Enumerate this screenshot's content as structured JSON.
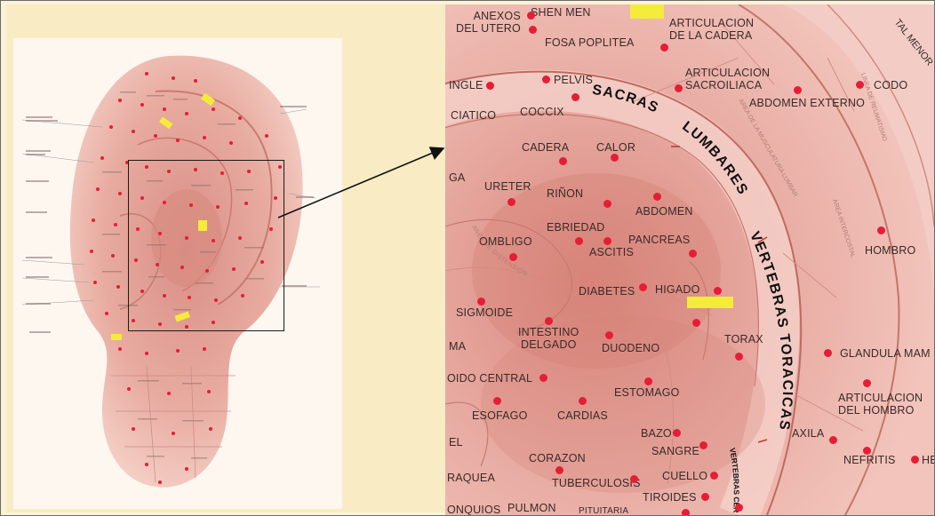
{
  "zoom_labels": {
    "anexos_del_utero": "ANEXOS\nDEL UTERO",
    "shen_men": "SHEN MEN",
    "fosa_poplitea": "FOSA POPLITEA",
    "articulacion_cadera": "ARTICULACION\nDE LA CADERA",
    "tal_menor": "TAL MENOR",
    "ingle": "INGLE",
    "pelvis": "PELVIS",
    "articulacion_sacroiliaca": "ARTICULACION\nSACROILIACA",
    "codo": "CODO",
    "ciatico": "CIATICO",
    "coccix": "COCCIX",
    "abdomen_externo": "ABDOMEN EXTERNO",
    "sacras": "SACRAS",
    "lumbares": "LUMBARES",
    "cadera": "CADERA",
    "calor": "CALOR",
    "ga": "GA",
    "ureter": "URETER",
    "rinon": "RIÑON",
    "abdomen": "ABDOMEN",
    "ebriedad": "EBRIEDAD",
    "ombligo": "OMBLIGO",
    "pancreas": "PANCREAS",
    "ascitis": "ASCITIS",
    "vertebras_toracicas": "VERTEBRAS TORACICAS",
    "hombro": "HOMBRO",
    "diabetes": "DIABETES",
    "higado": "HIGADO",
    "sigmoide": "SIGMOIDE",
    "ma": "MA",
    "intestino_delgado": "INTESTINO\nDELGADO",
    "duodeno": "DUODENO",
    "torax": "TORAX",
    "glandula_mamaria": "GLANDULA MAM",
    "oido_central": "OIDO CENTRAL",
    "estomago": "ESTOMAGO",
    "articulacion_hombro": "ARTICULACION\nDEL HOMBRO",
    "esofago": "ESOFAGO",
    "cardias": "CARDIAS",
    "bazo": "BAZO",
    "axila": "AXILA",
    "el": "EL",
    "sangre": "SANGRE",
    "nefritis": "NEFRITIS",
    "he": "HE",
    "corazon": "CORAZON",
    "cuello": "CUELLO",
    "raquea": "RAQUEA",
    "tuberculosis": "TUBERCULOSIS",
    "tiroides": "TIROIDES",
    "vertebras_cervicales": "VERTEBRAS\nCERVICALES",
    "onquios": "ONQUIOS",
    "pulmon": "PULMON",
    "pituitaria": "PITUITARIA"
  },
  "faint_labels": {
    "area_musculatura": "AREA DE LA MUSCULATURA LUMBAR",
    "area_distension": "AREA DE DISTENSION ABDOMINAL",
    "area_reumatismo": "LINEA DE REUMATISMO",
    "area_intercostal": "AREA INTERCOSTAL"
  },
  "colors": {
    "dot": "#e61d36",
    "highlight": "#f3ec3a",
    "skin": "#e9b7ad"
  }
}
